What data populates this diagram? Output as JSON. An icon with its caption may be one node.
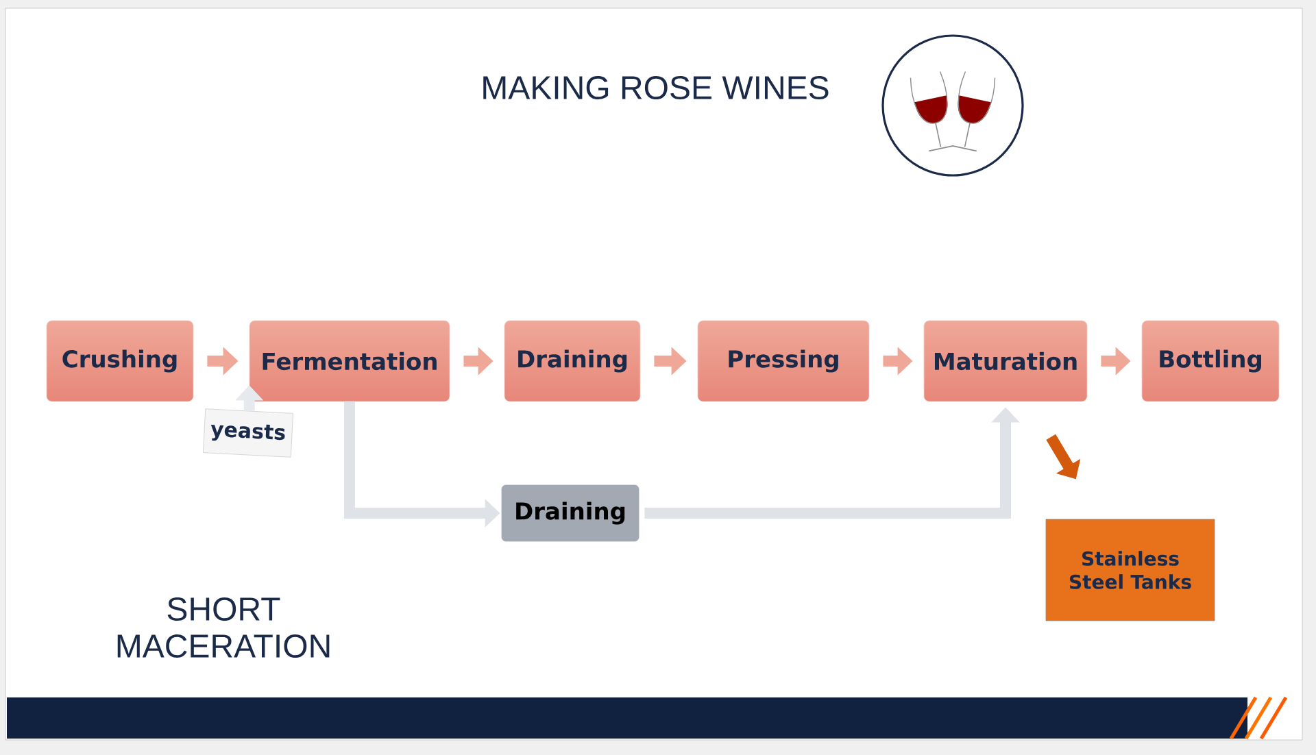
{
  "diagram": {
    "title": "MAKING ROSE WINES",
    "nodes": [
      {
        "text": [
          "Crushing"
        ]
      },
      {
        "text": [
          "Fermentation"
        ]
      },
      {
        "text": [
          "Draining"
        ]
      },
      {
        "text": [
          "Pressing"
        ]
      },
      {
        "text": [
          "Maturation"
        ]
      },
      {
        "text": [
          "Bottling"
        ]
      },
      {
        "text": [
          "yeasts"
        ]
      },
      {
        "text": [
          "Draining"
        ]
      },
      {
        "text": [
          "Stainless Steel Tanks"
        ]
      }
    ],
    "edges": [
      {
        "from": 0,
        "to": 1,
        "arrow": "to"
      },
      {
        "from": 1,
        "to": 2,
        "arrow": "to"
      },
      {
        "from": 2,
        "to": 3,
        "arrow": "to"
      },
      {
        "from": 3,
        "to": 4,
        "arrow": "to"
      },
      {
        "from": 4,
        "to": 5,
        "arrow": "to"
      },
      {
        "from": 6,
        "to": 1,
        "arrow": "to",
        "color": "#e6e9ed"
      },
      {
        "from": 1,
        "to": 7,
        "arrow": "to",
        "color": "#dfe2e7"
      },
      {
        "from": 7,
        "to": 4,
        "arrow": "to",
        "color": "#dfe2e7"
      },
      {
        "from": 4,
        "to": 8,
        "arrow": "to",
        "color": "#d35a0c"
      }
    ],
    "labels": [
      "SHORT MACERATION"
    ]
  }
}
